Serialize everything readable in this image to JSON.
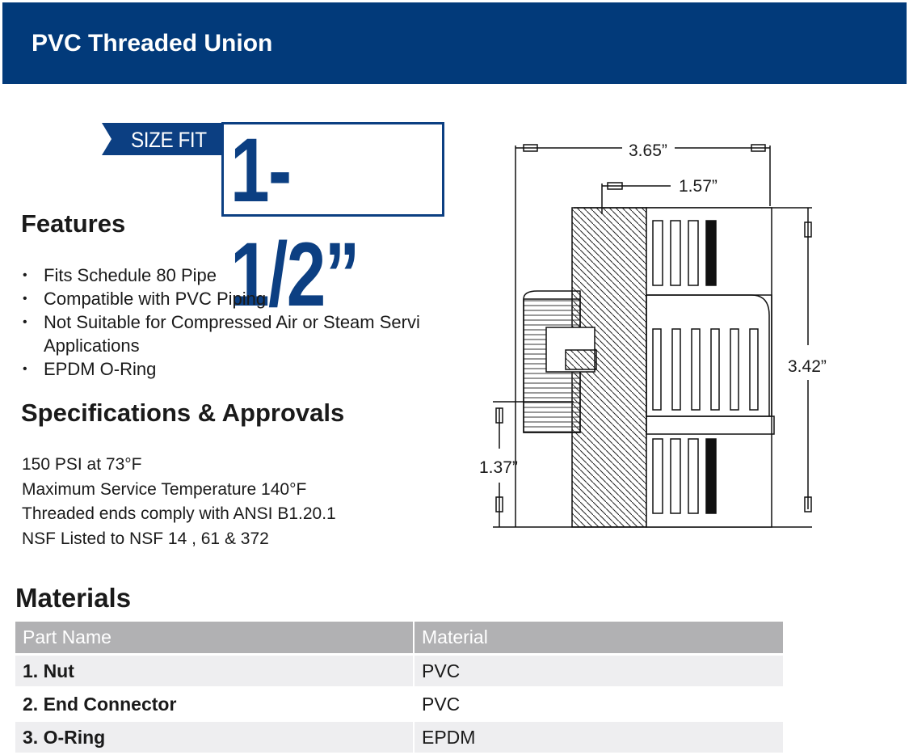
{
  "header": {
    "title": "PVC Threaded Union"
  },
  "size_fit": {
    "label": "SIZE FIT",
    "value": "1-1/2”"
  },
  "features": {
    "heading": "Features",
    "items": [
      "Fits Schedule 80 Pipe",
      "Compatible with PVC Piping",
      "Not Suitable for Compressed Air or Steam Servi",
      "Applications",
      "EPDM O-Ring"
    ]
  },
  "specs": {
    "heading": "Specifications & Approvals",
    "lines": [
      "150 PSI at 73°F",
      "Maximum Service Temperature 140°F",
      "Threaded ends comply with ANSI B1.20.1",
      "NSF Listed to NSF 14 , 61 & 372"
    ]
  },
  "diagram": {
    "dims": [
      "3.65”",
      "1.57”",
      "3.42”",
      "1.37”"
    ]
  },
  "materials": {
    "heading": "Materials",
    "columns": [
      "Part Name",
      "Material"
    ],
    "rows": [
      [
        "1. Nut",
        "PVC"
      ],
      [
        "2. End Connector",
        "PVC"
      ],
      [
        "3. O-Ring",
        "EPDM"
      ]
    ]
  }
}
